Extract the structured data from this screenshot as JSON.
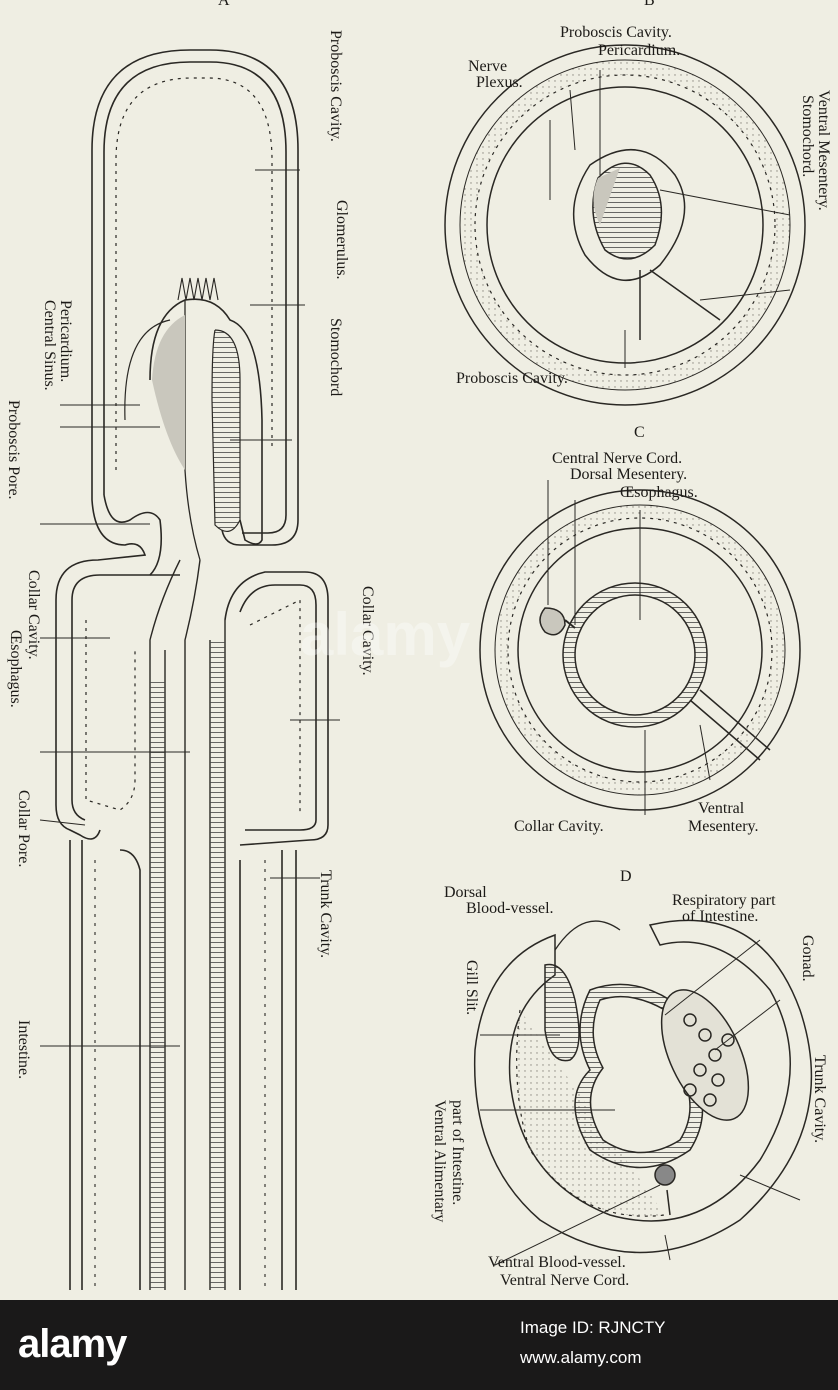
{
  "figure": {
    "panels": {
      "a": "A",
      "b": "B",
      "c": "C",
      "d": "D"
    },
    "labels_a": {
      "proboscis_cavity": "Proboscis Cavity.",
      "glomerulus": "Glomerulus.",
      "stomochord": "Stomochord",
      "central_sinus": "Central Sinus.",
      "pericardium": "Pericardium.",
      "proboscis_pore": "Proboscis Pore.",
      "collar_cavity_left": "Collar Cavity.",
      "oesophagus": "Œsophagus.",
      "collar_pore": "Collar Pore.",
      "intestine": "Intestine.",
      "collar_cavity_right": "Collar Cavity.",
      "trunk_cavity": "Trunk Cavity."
    },
    "labels_b": {
      "proboscis_cavity_top": "Proboscis Cavity.",
      "pericardium": "Pericardium.",
      "nerve_plexus_1": "Nerve",
      "nerve_plexus_2": "Plexus.",
      "ventral_mesentery": "Ventral Mesentery.",
      "stomochord": "Stomochord.",
      "proboscis_cavity_bottom": "Proboscis Cavity."
    },
    "labels_c": {
      "central_nerve_cord": "Central Nerve Cord.",
      "dorsal_mesentery": "Dorsal Mesentery.",
      "oesophagus": "Œsophagus.",
      "collar_cavity": "Collar Cavity.",
      "ventral_1": "Ventral",
      "ventral_2": "Mesentery."
    },
    "labels_d": {
      "dorsal_1": "Dorsal",
      "dorsal_2": "Blood-vessel.",
      "respiratory_1": "Respiratory part",
      "respiratory_2": "of Intestine.",
      "gill_slit": "Gill Slit.",
      "gonad": "Gonad.",
      "trunk_cavity": "Trunk Cavity.",
      "ventral_alimentary_1": "Ventral Alimentary",
      "ventral_alimentary_2": "part of Intestine.",
      "ventral_blood_vessel": "Ventral Blood-vessel.",
      "ventral_nerve_cord": "Ventral Nerve Cord."
    }
  },
  "banner": {
    "logo": "alamy",
    "watermark": "alamy",
    "image_id": "Image ID: RJNCTY",
    "url": "www.alamy.com"
  },
  "colors": {
    "paper": "#efeee3",
    "ink": "#1c1a17",
    "shade": "#c9c7bd",
    "banner": "#1a1919"
  }
}
